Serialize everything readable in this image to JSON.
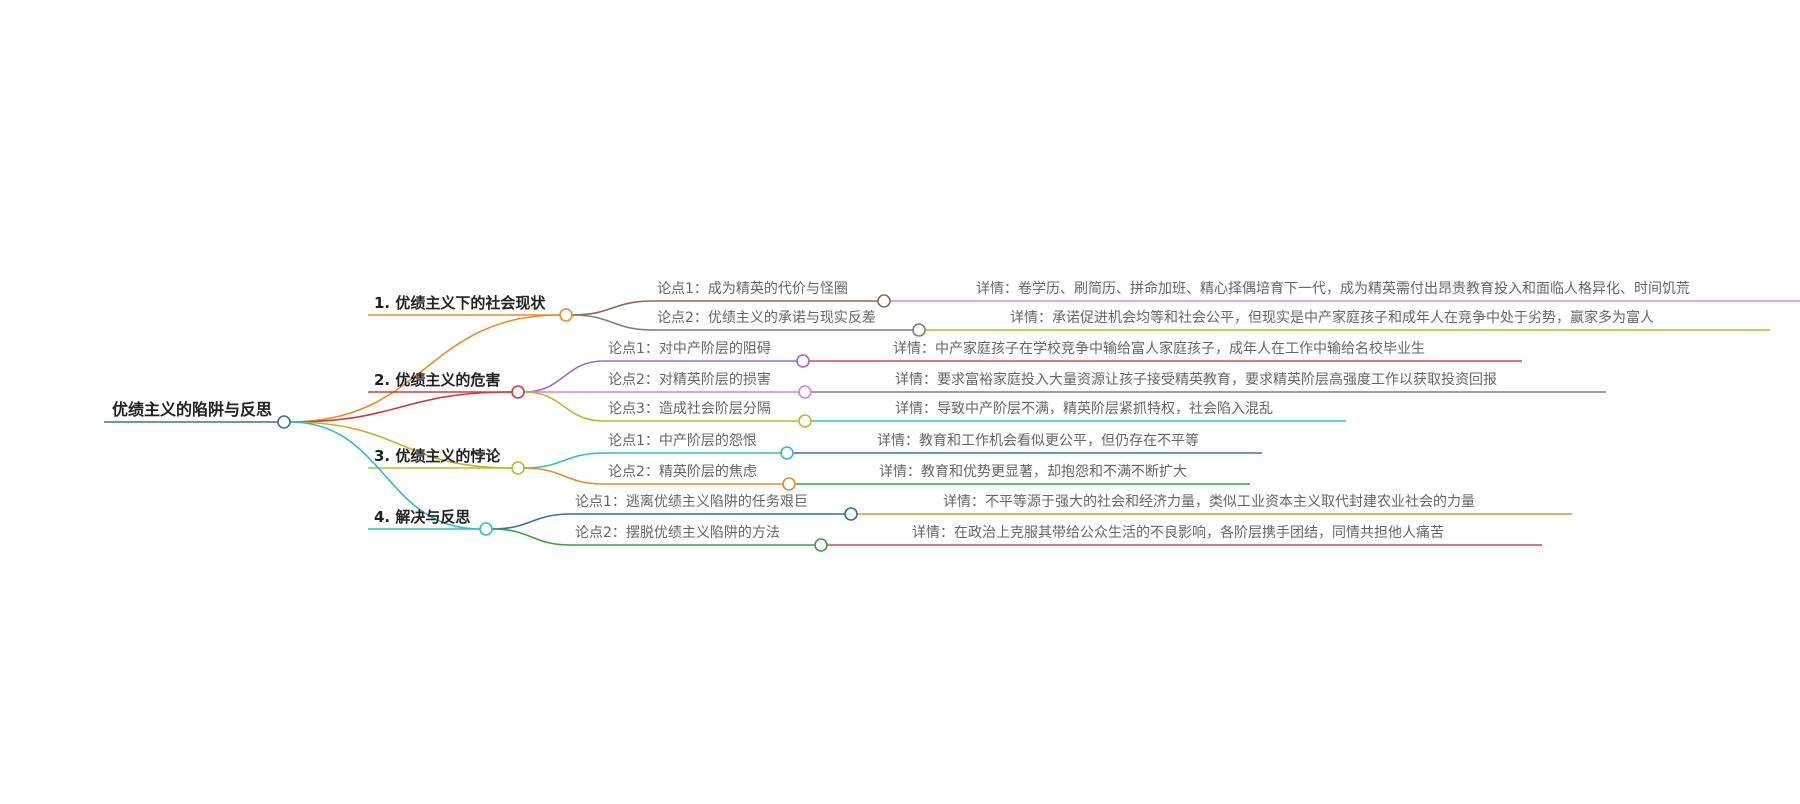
{
  "mindmap": {
    "root": {
      "label": "优绩主义的陷阱与反思",
      "color": "#3b6fa8"
    },
    "branches": [
      {
        "label": "1. 优绩主义下的社会现状",
        "color": "#f08a24",
        "children": [
          {
            "label": "论点1：成为精英的代价与怪圈",
            "color": "#8c6a4f",
            "detail": "详情：卷学历、刷简历、拼命加班、精心择偶培育下一代，成为精英需付出昂贵教育投入和面临人格异化、时间饥荒",
            "detail_color": "#ee7fbe"
          },
          {
            "label": "论点2：优绩主义的承诺与现实反差",
            "color": "#7f7f7f",
            "detail": "详情：承诺促进机会均等和社会公平，但现实是中产家庭孩子和成年人在竞争中处于劣势，赢家多为富人",
            "detail_color": "#b8b92b"
          }
        ]
      },
      {
        "label": "2. 优绩主义的危害",
        "color": "#d63a3a",
        "children": [
          {
            "label": "论点1：对中产阶层的阻碍",
            "color": "#9c6bd6",
            "detail": "详情：中产家庭孩子在学校竞争中输给富人家庭孩子，成年人在工作中输给名校毕业生",
            "detail_color": "#d94848"
          },
          {
            "label": "论点2：对精英阶层的损害",
            "color": "#e57fc5",
            "detail": "详情：要求富裕家庭投入大量资源让孩子接受精英教育，要求精英阶层高强度工作以获取投资回报",
            "detail_color": "#7f7f7f"
          },
          {
            "label": "论点3：造成社会阶层分隔",
            "color": "#c4b526",
            "detail": "详情：导致中产阶层不满，精英阶层紧抓特权，社会陷入混乱",
            "detail_color": "#2cbcd0"
          }
        ]
      },
      {
        "label": "3. 优绩主义的悖论",
        "color": "#c4b526",
        "children": [
          {
            "label": "论点1：中产阶层的怨恨",
            "color": "#2cbcd0",
            "detail": "详情：教育和工作机会看似更公平，但仍存在不平等",
            "detail_color": "#3b6fb5"
          },
          {
            "label": "论点2：精英阶层的焦虑",
            "color": "#f08a24",
            "detail": "详情：教育和优势更显著，却抱怨和不满不断扩大",
            "detail_color": "#37a13f"
          }
        ]
      },
      {
        "label": "4. 解决与反思",
        "color": "#2cbcd0",
        "children": [
          {
            "label": "论点1：逃离优绩主义陷阱的任务艰巨",
            "color": "#2f6db0",
            "detail": "详情：不平等源于强大的社会和经济力量，类似工业资本主义取代封建农业社会的力量",
            "detail_color": "#f08a24"
          },
          {
            "label": "论点2：摆脱优绩主义陷阱的方法",
            "color": "#37a13f",
            "detail": "详情：在政治上克服其带给公众生活的不良影响，各阶层携手团结，同情共担他人痛苦",
            "detail_color": "#d94848"
          }
        ]
      }
    ]
  }
}
